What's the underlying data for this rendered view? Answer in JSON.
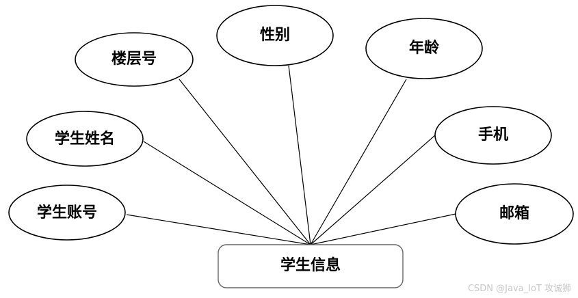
{
  "diagram": {
    "entity": "学生信息",
    "attributes": [
      "学生账号",
      "学生姓名",
      "楼层号",
      "性别",
      "年龄",
      "手机",
      "邮箱"
    ]
  },
  "watermark": "CSDN @Java_IoT 攻诚狮"
}
